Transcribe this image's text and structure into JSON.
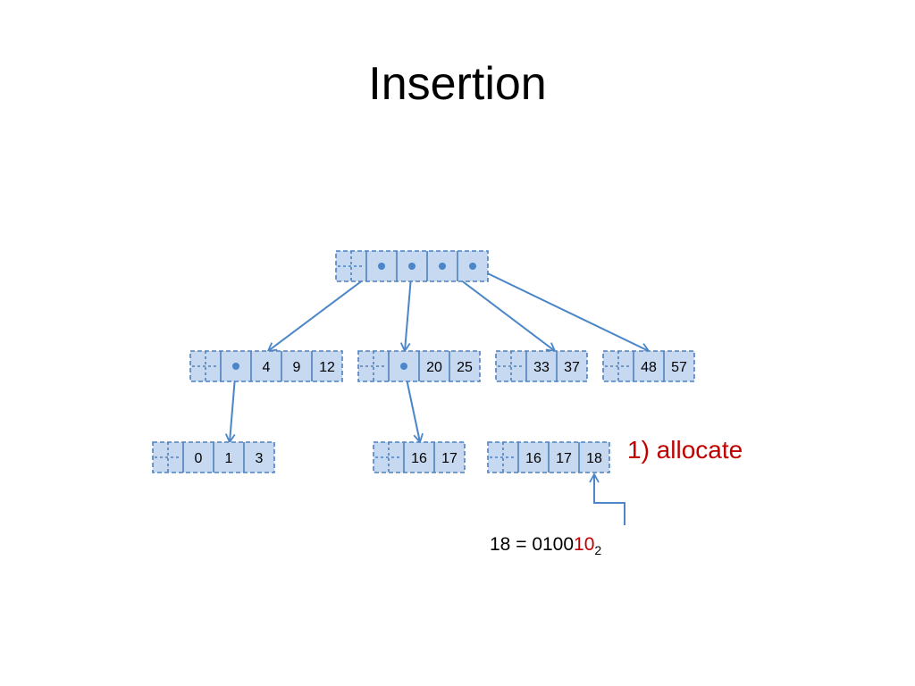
{
  "title": "Insertion",
  "annotation": {
    "step": "1) allocate"
  },
  "formula": {
    "value": "18",
    "equals": "=",
    "bits_plain": "0100",
    "bits_highlight": "10",
    "base": "2"
  },
  "colors": {
    "cell_fill": "#c6d9f1",
    "cell_border": "#4f81bd",
    "arrow": "#4a86c8",
    "highlight": "#c00000"
  },
  "tree": {
    "root": {
      "slots": [
        "pointer",
        "pointer",
        "pointer",
        "pointer"
      ]
    },
    "level1": [
      {
        "slots": [
          "pointer",
          "4",
          "9",
          "12"
        ]
      },
      {
        "slots": [
          "pointer",
          "20",
          "25"
        ]
      },
      {
        "slots": [
          "33",
          "37"
        ]
      },
      {
        "slots": [
          "48",
          "57"
        ]
      }
    ],
    "level2": [
      {
        "slots": [
          "0",
          "1",
          "3"
        ]
      },
      {
        "slots": [
          "16",
          "17"
        ]
      },
      {
        "slots": [
          "16",
          "17",
          "18"
        ]
      }
    ]
  }
}
